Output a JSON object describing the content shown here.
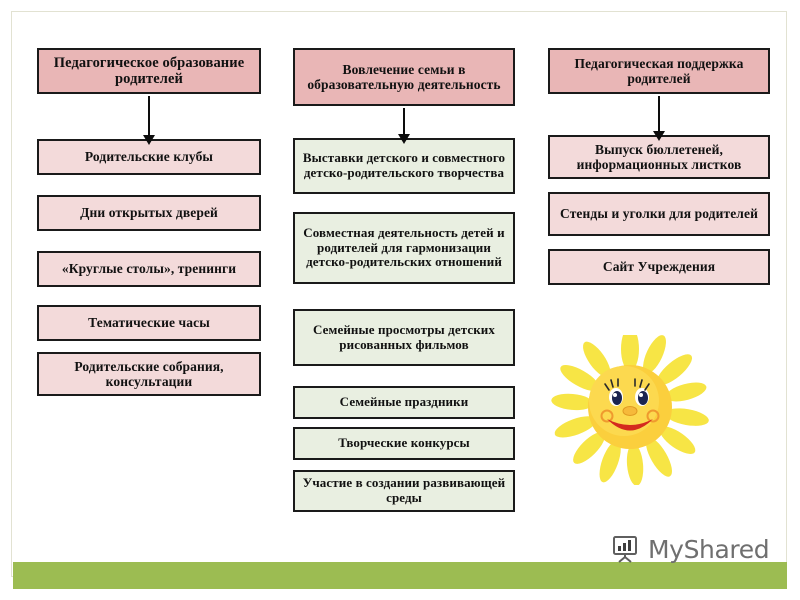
{
  "slide": {
    "title_hidden": "",
    "columns": [
      {
        "id": "col-left",
        "header": "Педагогическое образование родителей",
        "items": [
          "Родительские клубы",
          "Дни открытых дверей",
          "«Круглые столы», тренинги",
          "Тематические часы",
          "Родительские собрания, консультации"
        ]
      },
      {
        "id": "col-middle",
        "header": "Вовлечение семьи в образовательную деятельность",
        "items": [
          "Выставки детского и совместного детско-родительского творчества",
          "Совместная деятельность детей и родителей для гармонизации детско-родительских отношений",
          "Семейные просмотры детских рисованных фильмов",
          "Семейные праздники",
          "Творческие конкурсы",
          "Участие в создании развивающей среды"
        ]
      },
      {
        "id": "col-right",
        "header": "Педагогическая поддержка родителей",
        "items": [
          "Выпуск бюллетеней, информационных листков",
          "Стенды  и уголки для родителей",
          "Сайт Учреждения"
        ]
      }
    ]
  },
  "decor": {
    "sun_icon": "smiling-sun-icon",
    "sun_colors": {
      "rays": "#f7e545",
      "face": "#fbcf3d",
      "face_light": "#fde06a",
      "mouth": "#d42a1e",
      "blush": "#f5a623"
    }
  },
  "watermark": {
    "icon": "presentation-chart-icon",
    "text": "MyShared",
    "text_color": "#6f6f6f"
  },
  "theme": {
    "header_fill": "#e9b6b6",
    "side_fill": "#f3dada",
    "middle_fill": "#e9efe1",
    "border": "#1a1a1a",
    "shadow": "#b7b7b7",
    "band": "#9cbc52",
    "background": "#ffffff"
  }
}
